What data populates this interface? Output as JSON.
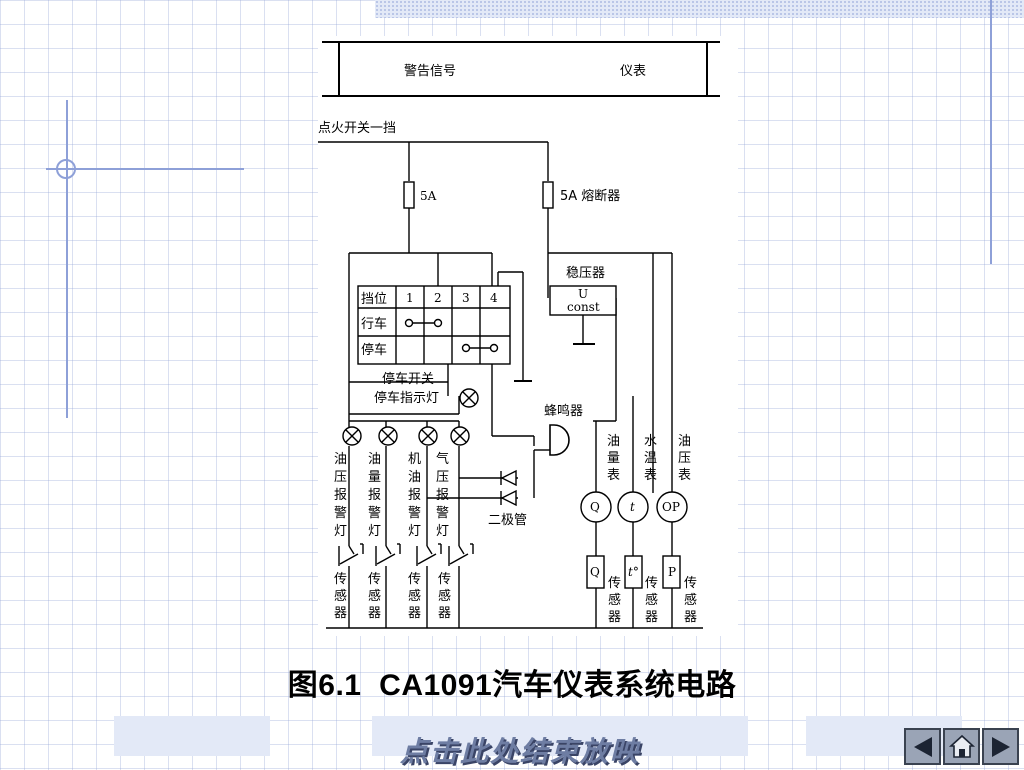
{
  "header": {
    "warning_signal": "警告信号",
    "instrument": "仪表"
  },
  "diagram": {
    "ignition": "点火开关一挡",
    "fuse_left": "5A",
    "fuse_right": "5A 熔断器",
    "regulator": "稳压器",
    "regulator_u": "U",
    "regulator_const": "const",
    "switch_table": {
      "header": [
        "挡位",
        "1",
        "2",
        "3",
        "4"
      ],
      "rows": [
        "行车",
        "停车"
      ]
    },
    "parking_switch": "停车开关",
    "parking_lamp": "停车指示灯",
    "buzzer": "蜂鸣器",
    "diode": "二极管",
    "warning_lamps": [
      [
        "油",
        "压",
        "报",
        "警",
        "灯"
      ],
      [
        "油",
        "量",
        "报",
        "警",
        "灯"
      ],
      [
        "机",
        "油",
        "报",
        "警",
        "灯"
      ],
      [
        "气",
        "压",
        "报",
        "警",
        "灯"
      ]
    ],
    "gauges": [
      [
        "油",
        "量",
        "表"
      ],
      [
        "水",
        "温",
        "表"
      ],
      [
        "油",
        "压",
        "表"
      ]
    ],
    "gauge_symbols": [
      "Q",
      "t",
      "OP"
    ],
    "sensor_symbols": [
      "Q",
      "t°",
      "P"
    ],
    "sensor_chars": [
      "传",
      "感",
      "器"
    ]
  },
  "caption": {
    "prefix": "图",
    "number": "6.1",
    "title": "CA1091汽车仪表系统电路"
  },
  "end_show_link": "点击此处结束放映",
  "nav": {
    "prev_icon": "arrow-left-icon",
    "home_icon": "home-icon",
    "next_icon": "arrow-right-icon"
  }
}
